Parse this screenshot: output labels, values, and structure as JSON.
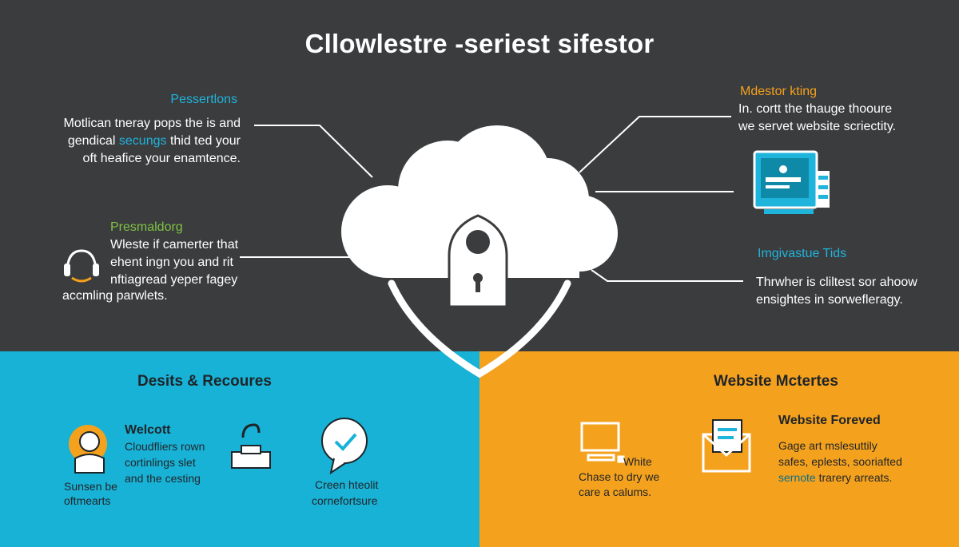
{
  "title": "Cllowlestre -seriest sifestor",
  "left_top": {
    "header": "Pessertlons",
    "lines": [
      "Motlican tneray pops the is and",
      "gendical",
      "secungs",
      "thid ted your",
      "oft heafice your enamtence."
    ]
  },
  "left_mid": {
    "header": "Presmaldorg",
    "lines": [
      "Wleste if camerter that",
      "ehent ingn you and rit",
      "nftiagread yeper fagey",
      "accmling parwlets."
    ]
  },
  "right_top": {
    "header": "Mdestor kting",
    "lines": [
      "In. cortt the thauge thooure",
      "we servet website scriectity."
    ]
  },
  "right_mid": {
    "header": "Imgivastue Tids",
    "lines": [
      "Thrwher is cliltest sor ahoow",
      "ensightes in sorwefleragy."
    ]
  },
  "bottom_left": {
    "title": "Desits & Recoures",
    "item1": {
      "heading": "Welcott",
      "lines": [
        "Cloudfliers rown",
        "cortinlings slet",
        "and the cesting"
      ],
      "caption": [
        "Sunsen be",
        "oftmearts"
      ]
    },
    "item3": {
      "caption": [
        "Creen hteolit",
        "cornefortsure"
      ]
    }
  },
  "bottom_right": {
    "title": "Website Mctertes",
    "item1": {
      "lines": [
        "White",
        "Chase to dry we",
        "care a calums."
      ]
    },
    "item2": {
      "heading": "Website Foreved",
      "lines": [
        "Gage art mslesuttily",
        "safes, eplests, sooriafted",
        "sernote",
        "trarery arreats."
      ]
    }
  },
  "colors": {
    "background": "#3b3c3e",
    "blue": "#17b2d6",
    "orange": "#f4a11d",
    "green": "#7fc343"
  }
}
